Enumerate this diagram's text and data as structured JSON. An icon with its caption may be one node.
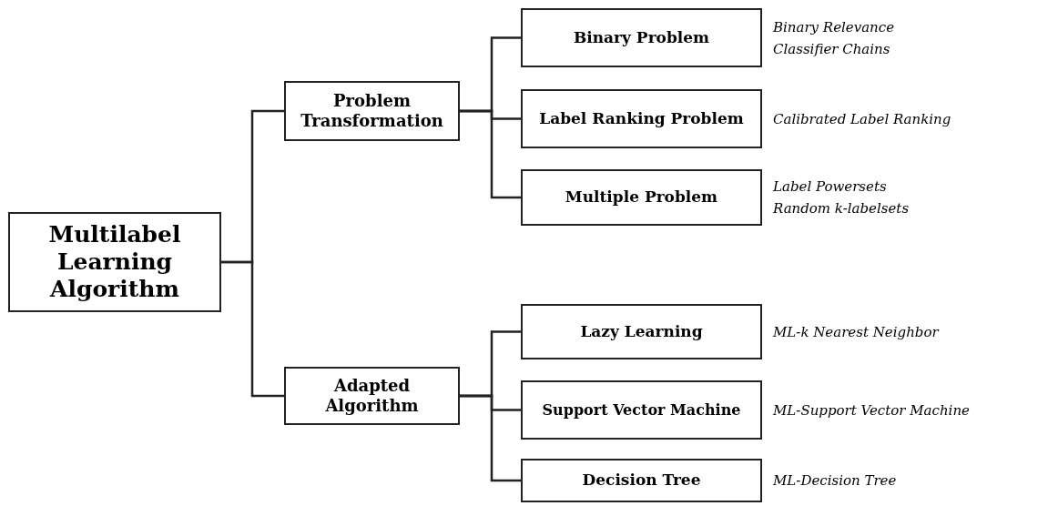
{
  "diagram": {
    "nodes": [
      {
        "text": [
          "Multilabel Learning Algorithm"
        ]
      },
      {
        "text": [
          "Problem Transformation"
        ]
      },
      {
        "text": [
          "Adapted Algorithm"
        ]
      },
      {
        "text": [
          "Binary Problem"
        ],
        "beside": [
          "Binary Relevance",
          "Classifier Chains"
        ]
      },
      {
        "text": [
          "Label Ranking Problem"
        ],
        "beside": [
          "Calibrated Label Ranking"
        ]
      },
      {
        "text": [
          "Multiple Problem"
        ],
        "beside": [
          "Label Powersets",
          "Random k-labelsets"
        ]
      },
      {
        "text": [
          "Lazy Learning"
        ],
        "beside": [
          "ML-k Nearest Neighbor"
        ]
      },
      {
        "text": [
          "Support Vector Machine"
        ],
        "beside": [
          "ML-Support Vector Machine"
        ]
      },
      {
        "text": [
          "Decision Tree"
        ],
        "beside": [
          "ML-Decision Tree"
        ]
      }
    ],
    "edges": [
      {
        "from": 0,
        "to": 1,
        "arrow": "none"
      },
      {
        "from": 0,
        "to": 2,
        "arrow": "none"
      },
      {
        "from": 1,
        "to": 3,
        "arrow": "none"
      },
      {
        "from": 1,
        "to": 4,
        "arrow": "none"
      },
      {
        "from": 1,
        "to": 5,
        "arrow": "none"
      },
      {
        "from": 2,
        "to": 6,
        "arrow": "none"
      },
      {
        "from": 2,
        "to": 7,
        "arrow": "none"
      },
      {
        "from": 2,
        "to": 8,
        "arrow": "none"
      }
    ]
  }
}
